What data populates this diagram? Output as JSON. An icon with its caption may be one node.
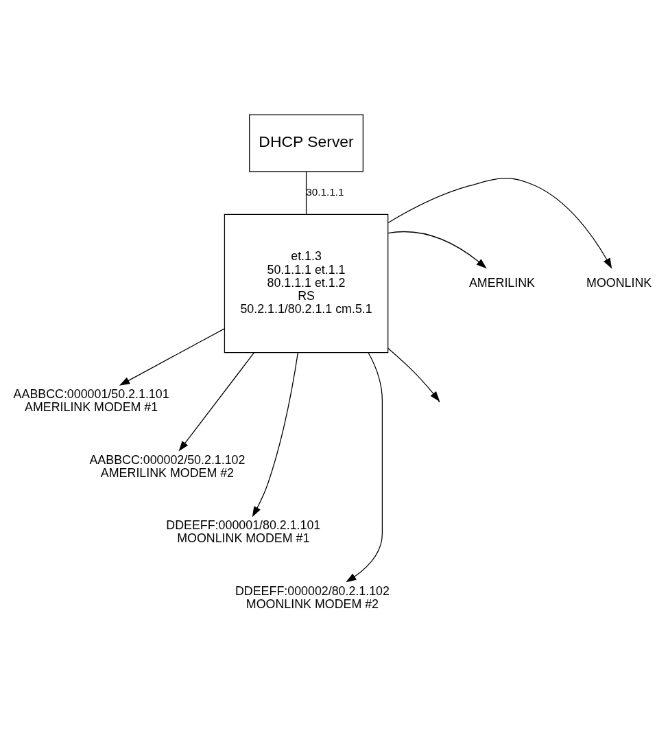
{
  "diagram": {
    "nodes": [
      {
        "text": [
          "DHCP Server"
        ]
      },
      {
        "text": [
          "et.1.3",
          "50.1.1.1 et.1.1",
          "80.1.1.1 et.1.2",
          "RS",
          "50.2.1.1/80.2.1.1 cm.5.1"
        ]
      },
      {
        "text": [
          "AMERILINK"
        ]
      },
      {
        "text": [
          "MOONLINK"
        ]
      },
      {
        "text": [
          "AABBCC:000001/50.2.1.101",
          "AMERILINK MODEM #1"
        ]
      },
      {
        "text": [
          "AABBCC:000002/50.2.1.102",
          "AMERILINK MODEM #2"
        ]
      },
      {
        "text": [
          "DDEEFF:000001/80.2.1.101",
          "MOONLINK MODEM #1"
        ]
      },
      {
        "text": [
          "DDEEFF:000002/80.2.1.102",
          "MOONLINK MODEM #2"
        ]
      }
    ],
    "edges": [
      {
        "from": 0,
        "to": 1,
        "arrow": "none",
        "label": "30.1.1.1"
      },
      {
        "from": 1,
        "to": 2,
        "arrow": "to"
      },
      {
        "from": 1,
        "to": 3,
        "arrow": "to"
      },
      {
        "from": 1,
        "to": 4,
        "arrow": "to"
      },
      {
        "from": 1,
        "to": 5,
        "arrow": "to"
      },
      {
        "from": 1,
        "to": 6,
        "arrow": "to"
      },
      {
        "from": 1,
        "to": 7,
        "arrow": "to"
      },
      {
        "from": 1,
        "to": null,
        "arrow": "to"
      }
    ]
  }
}
